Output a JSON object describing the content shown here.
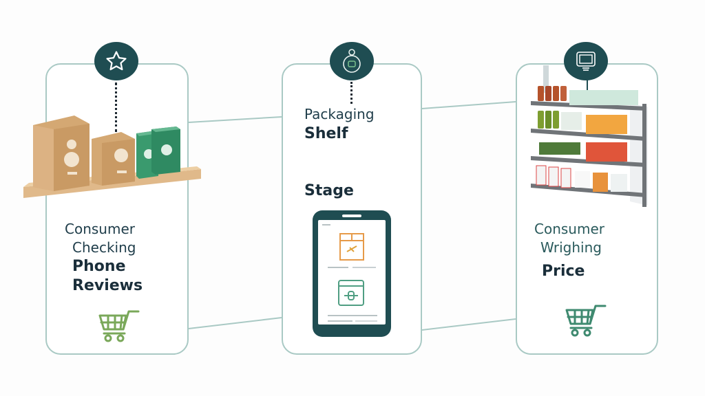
{
  "colors": {
    "card_border": "#a9c9c4",
    "badge_fill": "#1f4d52",
    "cart_green_light": "#7aa85a",
    "cart_green_dark": "#3f8a70",
    "text_dark": "#1a2e3a",
    "text_teal": "#2a5a5c"
  },
  "stages": [
    {
      "badge_icon": "star-icon",
      "illustration": "boxes-on-shelf",
      "lines": [
        "Consumer",
        "Checking",
        "Phone",
        "Reviews"
      ],
      "footer_icon": "shopping-cart-icon"
    },
    {
      "badge_icon": "product-tag-icon",
      "illustration": "smartphone-with-packages",
      "lines": [
        "Packaging",
        "Shelf",
        "Stage"
      ]
    },
    {
      "badge_icon": "monitor-icon",
      "illustration": "retail-store-shelf",
      "lines": [
        "Consumer",
        "Wrighing",
        "Price"
      ],
      "footer_icon": "shopping-cart-icon"
    }
  ]
}
